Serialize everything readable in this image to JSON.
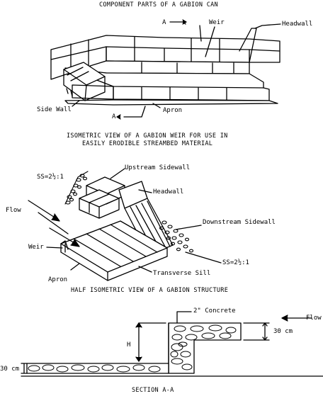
{
  "captions": {
    "top": "COMPONENT PARTS OF A GABION CAN",
    "middle_line1": "ISOMETRIC VIEW OF A GABION WEIR FOR USE IN",
    "middle_line2": "EASILY ERODIBLE STREAMBED MATERIAL",
    "lower": "HALF ISOMETRIC VIEW OF A GABION STRUCTURE",
    "bottom": "SECTION A-A"
  },
  "labels_top": {
    "section_a_top": "A",
    "weir": "Weir",
    "headwall": "Headwall",
    "side_wall": "Side Wall",
    "section_a_bottom": "A",
    "apron": "Apron"
  },
  "labels_middle": {
    "upstream_sidewall": "Upstream Sidewall",
    "ss_left": "SS=2½:1",
    "headwall": "Headwall",
    "flow": "Flow",
    "downstream_sidewall": "Downstream Sidewall",
    "weir": "Weir",
    "ss_right": "SS=2½:1",
    "transverse_sill": "Transverse Sill",
    "apron": "Apron"
  },
  "labels_section": {
    "concrete": "2\" Concrete",
    "flow": "Flow",
    "h": "H",
    "dim_right": "30 cm",
    "dim_left": "30 cm"
  }
}
